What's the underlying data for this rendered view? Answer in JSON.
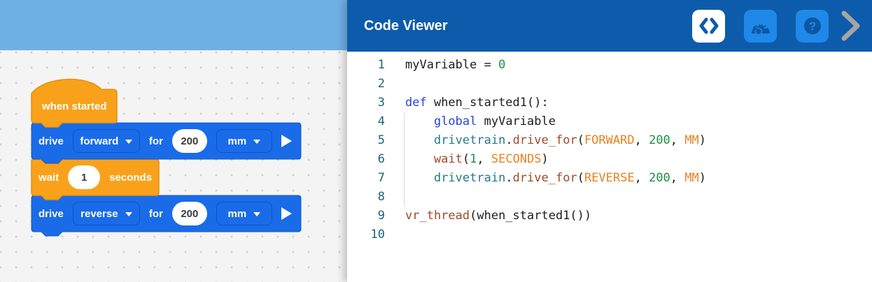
{
  "blocks_panel": {
    "toolbar_color": "#6fb0e5",
    "block_colors": {
      "orange": "#f9a11b",
      "blue": "#1a6be8"
    },
    "hat": {
      "label": "when started"
    },
    "drive1": {
      "verb": "drive",
      "direction": "forward",
      "for_label": "for",
      "distance": "200",
      "unit": "mm"
    },
    "wait": {
      "verb": "wait",
      "duration": "1",
      "unit_label": "seconds"
    },
    "drive2": {
      "verb": "drive",
      "direction": "reverse",
      "for_label": "for",
      "distance": "200",
      "unit": "mm"
    }
  },
  "code_viewer": {
    "title": "Code Viewer",
    "header_color": "#0d5cab",
    "icon_button_color": "#1f88e8",
    "icons": [
      "code-icon",
      "gauge-icon",
      "help-icon",
      "collapse-chevron-icon"
    ],
    "lines": [
      {
        "num": "1",
        "segs": [
          [
            "d",
            "myVariable = "
          ],
          [
            "n",
            "0"
          ]
        ]
      },
      {
        "num": "2",
        "segs": []
      },
      {
        "num": "3",
        "segs": [
          [
            "k",
            "def"
          ],
          [
            "d",
            " when_started1():"
          ]
        ]
      },
      {
        "num": "4",
        "segs": [
          [
            "d",
            "    "
          ],
          [
            "k",
            "global"
          ],
          [
            "d",
            " myVariable"
          ]
        ]
      },
      {
        "num": "5",
        "segs": [
          [
            "d",
            "    "
          ],
          [
            "o",
            "drivetrain"
          ],
          [
            "d",
            "."
          ],
          [
            "f",
            "drive_for"
          ],
          [
            "d",
            "("
          ],
          [
            "c",
            "FORWARD"
          ],
          [
            "d",
            ", "
          ],
          [
            "n",
            "200"
          ],
          [
            "d",
            ", "
          ],
          [
            "c",
            "MM"
          ],
          [
            "d",
            ")"
          ]
        ]
      },
      {
        "num": "6",
        "segs": [
          [
            "d",
            "    "
          ],
          [
            "f",
            "wait"
          ],
          [
            "d",
            "("
          ],
          [
            "n",
            "1"
          ],
          [
            "d",
            ", "
          ],
          [
            "c",
            "SECONDS"
          ],
          [
            "d",
            ")"
          ]
        ]
      },
      {
        "num": "7",
        "segs": [
          [
            "d",
            "    "
          ],
          [
            "o",
            "drivetrain"
          ],
          [
            "d",
            "."
          ],
          [
            "f",
            "drive_for"
          ],
          [
            "d",
            "("
          ],
          [
            "c",
            "REVERSE"
          ],
          [
            "d",
            ", "
          ],
          [
            "n",
            "200"
          ],
          [
            "d",
            ", "
          ],
          [
            "c",
            "MM"
          ],
          [
            "d",
            ")"
          ]
        ]
      },
      {
        "num": "8",
        "segs": []
      },
      {
        "num": "9",
        "segs": [
          [
            "f",
            "vr_thread"
          ],
          [
            "d",
            "(when_started1())"
          ]
        ]
      },
      {
        "num": "10",
        "segs": []
      }
    ]
  }
}
